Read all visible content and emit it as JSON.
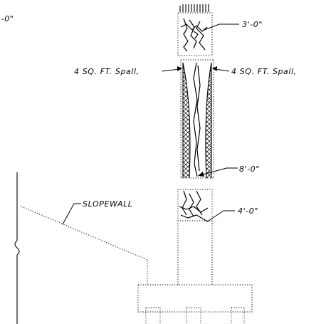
{
  "labels": {
    "top_left_dim": "'-0\"",
    "top_crack_dim": "3'-0\"",
    "left_spall": "4 SQ. FT. Spall,",
    "right_spall": "4 SQ. FT. Spall,",
    "long_crack_dim": "8'-0\"",
    "slopewall": "SLOPEWALL",
    "lower_crack_dim": "4'-0\""
  },
  "colors": {
    "line": "#000000",
    "background": "#ffffff"
  },
  "icons": {
    "break_symbol": "break-line-icon",
    "crosshatch": "crosshatch-pattern"
  }
}
